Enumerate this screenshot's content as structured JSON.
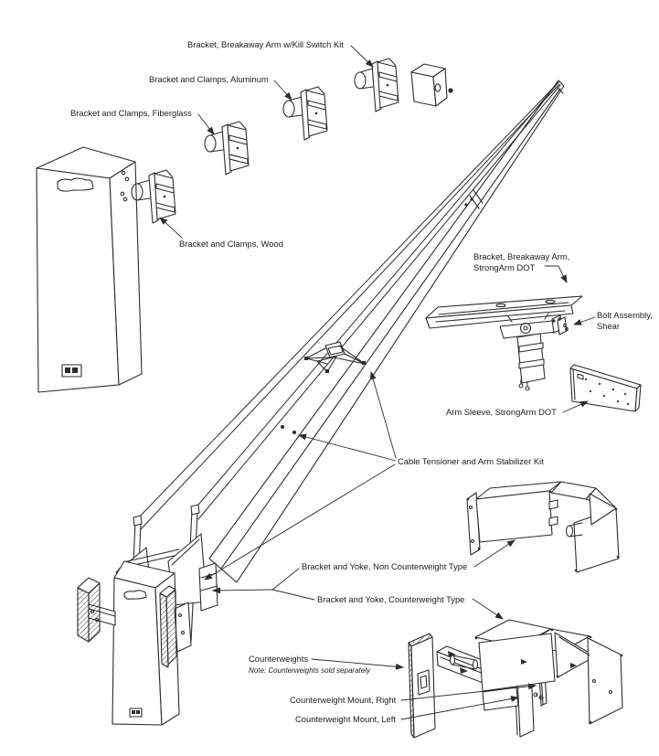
{
  "diagram": {
    "type": "exploded-parts-diagram",
    "subject": "Barrier gate operator arm brackets and counterweight components",
    "colors": {
      "line": "#2d2d2d",
      "background": "#ffffff"
    },
    "labels": {
      "kill_switch": "Bracket, Breakaway Arm w/Kill Switch Kit",
      "aluminum": "Bracket and Clamps, Aluminum",
      "fiberglass": "Bracket and Clamps, Fiberglass",
      "wood": "Bracket and Clamps, Wood",
      "strongarm_bracket_line1": "Bracket, Breakaway Arm,",
      "strongarm_bracket_line2": "StrongArm DOT",
      "bolt_assembly_line1": "Bolt Assembly,",
      "bolt_assembly_line2": "Shear",
      "arm_sleeve": "Arm Sleeve, StrongArm DOT",
      "cable_tensioner": "Cable Tensioner and Arm Stabilizer Kit",
      "yoke_non_counterweight": "Bracket and Yoke, Non Counterweight Type",
      "yoke_counterweight": "Bracket and Yoke, Counterweight Type",
      "counterweights": "Counterweights",
      "counterweights_note": "Note: Counterweights sold separately",
      "counterweight_mount_right": "Counterweight Mount, Right",
      "counterweight_mount_left": "Counterweight Mount, Left"
    }
  }
}
